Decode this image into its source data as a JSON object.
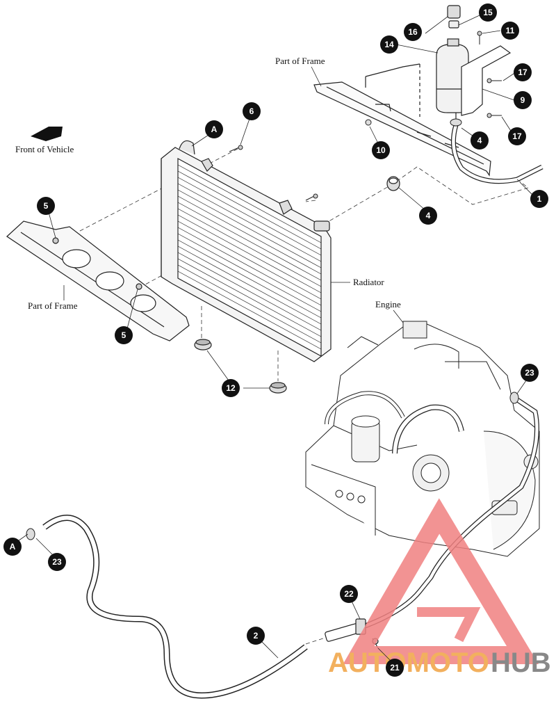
{
  "labels": {
    "front_of_vehicle": "Front of Vehicle",
    "part_of_frame_top": "Part of Frame",
    "part_of_frame_left": "Part of Frame",
    "radiator": "Radiator",
    "engine": "Engine"
  },
  "callouts": {
    "c1": "1",
    "c2": "2",
    "c4a": "4",
    "c4b": "4",
    "c5a": "5",
    "c5b": "5",
    "c6": "6",
    "c9": "9",
    "c10": "10",
    "c11": "11",
    "c12": "12",
    "c14": "14",
    "c15": "15",
    "c16": "16",
    "c17a": "17",
    "c17b": "17",
    "c21": "21",
    "c22": "22",
    "c23a": "23",
    "c23b": "23",
    "cAa": "A",
    "cAb": "A"
  },
  "watermark": {
    "part1": "AUTOMOTO",
    "part2": "HUB",
    "color_primary": "#f08080",
    "color_secondary": "#888888"
  }
}
